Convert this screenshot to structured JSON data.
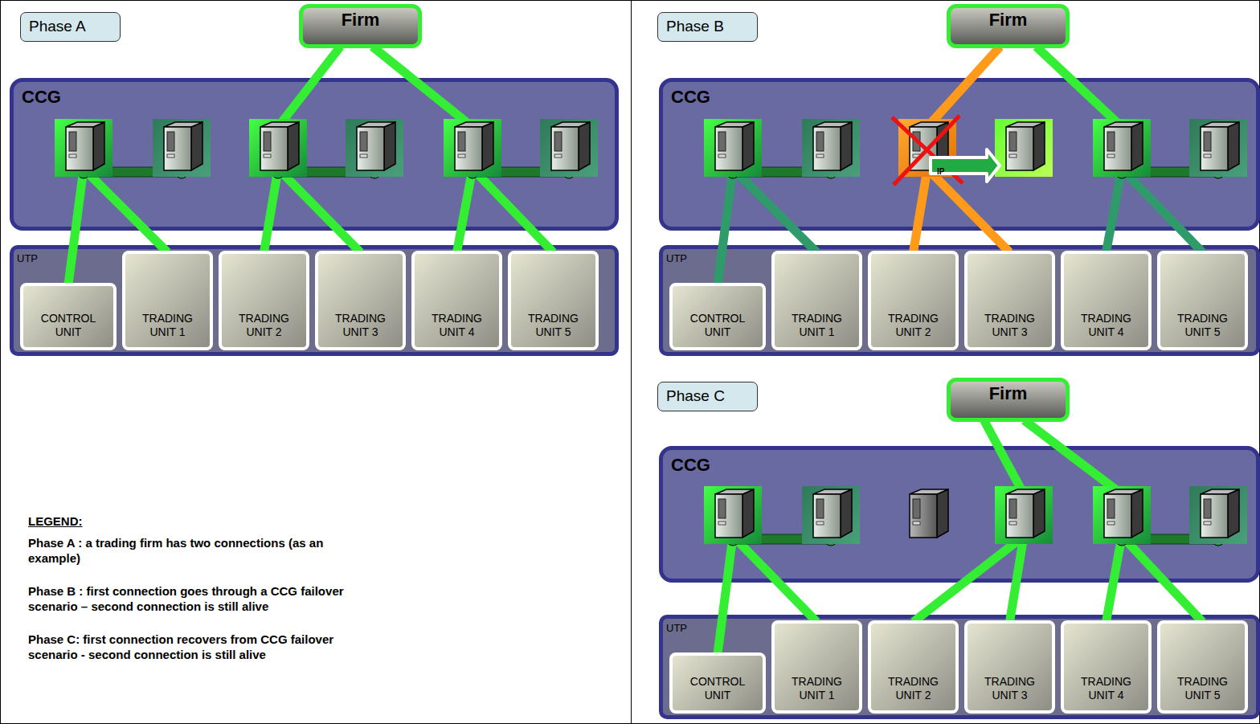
{
  "diagram": {
    "nodes": [
      {
        "text": [
          "Phase A"
        ]
      },
      {
        "text": [
          "Firm"
        ]
      },
      {
        "text": [
          "CCG"
        ]
      },
      {
        "text": [
          "UTP"
        ]
      },
      {
        "text": [
          "CONTROL UNIT"
        ],
        "in": 3
      },
      {
        "text": [
          "TRADING UNIT 1"
        ],
        "in": 3
      },
      {
        "text": [
          "TRADING UNIT 2"
        ],
        "in": 3
      },
      {
        "text": [
          "TRADING UNIT 3"
        ],
        "in": 3
      },
      {
        "text": [
          "TRADING UNIT 4"
        ],
        "in": 3
      },
      {
        "text": [
          "TRADING UNIT 5"
        ],
        "in": 3
      },
      {
        "text": [
          "Phase B"
        ]
      },
      {
        "text": [
          "Firm"
        ]
      },
      {
        "text": [
          "CCG"
        ]
      },
      {
        "text": [
          "UTP"
        ]
      },
      {
        "text": [
          "CONTROL UNIT"
        ],
        "in": 13
      },
      {
        "text": [
          "TRADING UNIT 1"
        ],
        "in": 13
      },
      {
        "text": [
          "TRADING UNIT 2"
        ],
        "in": 13
      },
      {
        "text": [
          "TRADING UNIT 3"
        ],
        "in": 13
      },
      {
        "text": [
          "TRADING UNIT 4"
        ],
        "in": 13
      },
      {
        "text": [
          "TRADING UNIT 5"
        ],
        "in": 13
      },
      {
        "text": [
          "Phase C"
        ]
      },
      {
        "text": [
          "Firm"
        ]
      },
      {
        "text": [
          "CCG"
        ]
      },
      {
        "text": [
          "UTP"
        ]
      },
      {
        "text": [
          "CONTROL UNIT"
        ],
        "in": 23
      },
      {
        "text": [
          "TRADING UNIT 1"
        ],
        "in": 23
      },
      {
        "text": [
          "TRADING UNIT 2"
        ],
        "in": 23
      },
      {
        "text": [
          "TRADING UNIT 3"
        ],
        "in": 23
      },
      {
        "text": [
          "TRADING UNIT 4"
        ],
        "in": 23
      },
      {
        "text": [
          "TRADING UNIT 5"
        ],
        "in": 23
      }
    ],
    "edges": [
      {
        "from": 1,
        "to": 2,
        "arrow": "none"
      },
      {
        "from": 1,
        "to": 2,
        "arrow": "none"
      },
      {
        "from": 2,
        "to": 4,
        "arrow": "none"
      },
      {
        "from": 2,
        "to": 5,
        "arrow": "none"
      },
      {
        "from": 2,
        "to": 6,
        "arrow": "none"
      },
      {
        "from": 2,
        "to": 7,
        "arrow": "none"
      },
      {
        "from": 2,
        "to": 8,
        "arrow": "none"
      },
      {
        "from": 2,
        "to": 9,
        "arrow": "none"
      },
      {
        "from": 11,
        "to": 12,
        "arrow": "none"
      },
      {
        "from": 11,
        "to": 12,
        "arrow": "none"
      },
      {
        "from": 12,
        "to": 14,
        "arrow": "none"
      },
      {
        "from": 12,
        "to": 15,
        "arrow": "none"
      },
      {
        "from": 12,
        "to": 16,
        "arrow": "none"
      },
      {
        "from": 12,
        "to": 17,
        "arrow": "none"
      },
      {
        "from": 12,
        "to": 18,
        "arrow": "none"
      },
      {
        "from": 12,
        "to": 19,
        "arrow": "none"
      },
      {
        "from": 21,
        "to": 22,
        "arrow": "none"
      },
      {
        "from": 21,
        "to": 22,
        "arrow": "none"
      },
      {
        "from": 22,
        "to": 24,
        "arrow": "none"
      },
      {
        "from": 22,
        "to": 25,
        "arrow": "none"
      },
      {
        "from": 22,
        "to": 26,
        "arrow": "none"
      },
      {
        "from": 22,
        "to": 27,
        "arrow": "none"
      },
      {
        "from": 22,
        "to": 28,
        "arrow": "none"
      },
      {
        "from": 22,
        "to": 29,
        "arrow": "none"
      }
    ],
    "labels": [
      "IP",
      "LEGEND:",
      "Phase A : a trading firm has two connections (as an example)",
      "Phase B : first connection goes through a CCG failover scenario – second connection is still alive",
      "Phase C: first connection recovers from CCG failover scenario - second connection is still alive"
    ]
  }
}
